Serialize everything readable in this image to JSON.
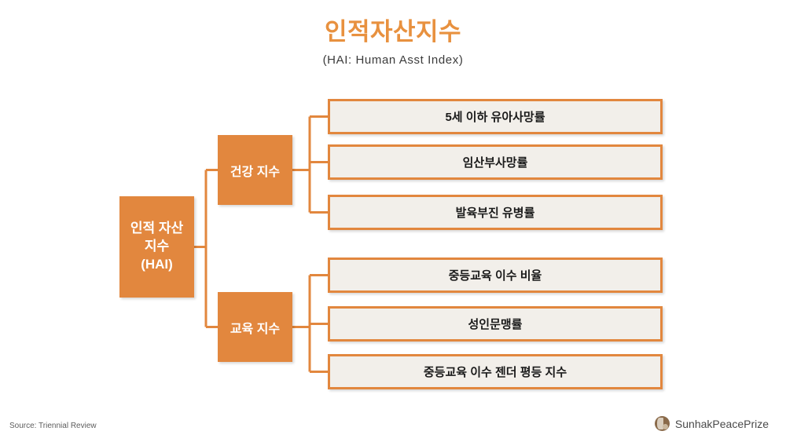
{
  "header": {
    "title": "인적자산지수",
    "subtitle": "(HAI: Human Asst Index)"
  },
  "colors": {
    "accent_orange": "#E2873E",
    "title_orange": "#E8913F",
    "leaf_fill": "#F2EFEA",
    "background": "#FFFFFF",
    "brand_brown": "#8A6A4A"
  },
  "diagram": {
    "type": "tree",
    "orientation": "left-to-right",
    "root": {
      "label": "인적 자산\n지수\n(HAI)",
      "line1": "인적 자산",
      "line2": "지수",
      "line3": "(HAI)"
    },
    "branches": [
      {
        "label": "건강 지수",
        "leaves": [
          "5세 이하 유아사망률",
          "임산부사망률",
          "발육부진 유병률"
        ]
      },
      {
        "label": "교육 지수",
        "leaves": [
          "중등교육 이수 비율",
          "성인문맹률",
          "중등교육 이수 젠더 평등 지수"
        ]
      }
    ],
    "leaves_flat": [
      "5세 이하 유아사망률",
      "임산부사망률",
      "발육부진 유병률",
      "중등교육 이수 비율",
      "성인문맹률",
      "중등교육 이수 젠더 평등 지수"
    ]
  },
  "footer": {
    "source": "Source: Triennial Review",
    "brand_name": "SunhakPeacePrize"
  }
}
